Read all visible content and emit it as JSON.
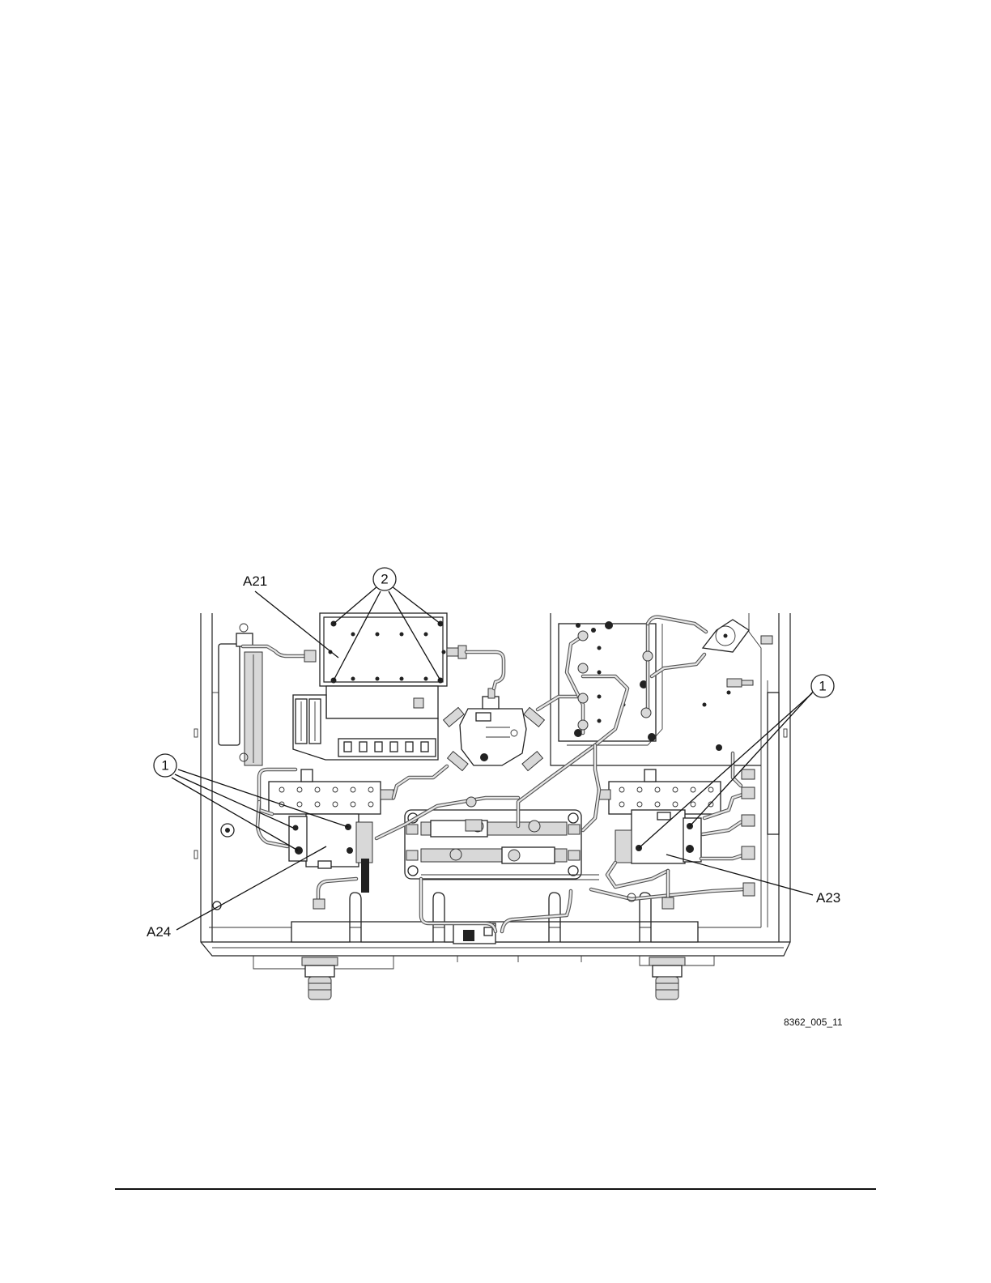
{
  "labels": {
    "a21": "A21",
    "a24": "A24",
    "a23": "A23"
  },
  "callouts": {
    "one": "1",
    "two": "2"
  },
  "figure_id": "8362_005_11"
}
